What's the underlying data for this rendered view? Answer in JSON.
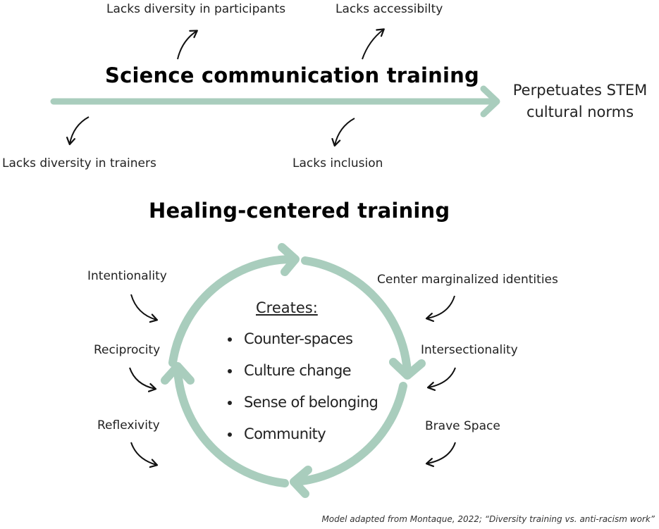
{
  "top_section": {
    "title": "Science communication training",
    "outcome_line1": "Perpetuates STEM",
    "outcome_line2": "cultural norms",
    "labels": {
      "participants": "Lacks diversity in participants",
      "accessibility": "Lacks accessibilty",
      "trainers": "Lacks diversity in trainers",
      "inclusion": "Lacks inclusion"
    }
  },
  "bottom_section": {
    "title": "Healing-centered training",
    "creates_heading": "Creates:",
    "creates_items": [
      "Counter-spaces",
      "Culture change",
      "Sense of belonging",
      "Community"
    ],
    "left_labels": [
      "Intentionality",
      "Reciprocity",
      "Reflexivity"
    ],
    "right_labels": [
      "Center marginalized identities",
      "Intersectionality",
      "Brave Space"
    ]
  },
  "citation": "Model adapted from Montaque, 2022; “Diversity training vs. anti-racism work”",
  "colors": {
    "accent": "#a9cdbd",
    "arrow_small": "#111111"
  }
}
